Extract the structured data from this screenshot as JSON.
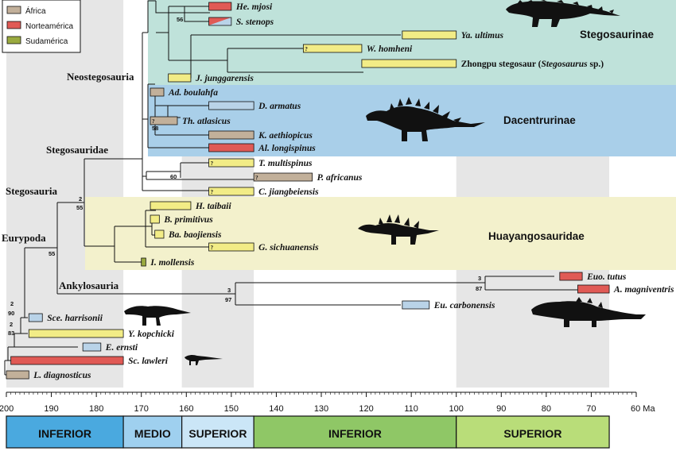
{
  "legend": [
    {
      "label": "África",
      "color": "#c2b09a"
    },
    {
      "label": "Norteamérica",
      "color": "#e05a55"
    },
    {
      "label": "Sudamérica",
      "color": "#9aaa3f"
    }
  ],
  "colors": {
    "laurasia_asia": "#f2ec86",
    "europe": "#b9d3e8",
    "stegosaurinae_band": "#bfe2da",
    "dacentrurinae_band": "#a9cfe9",
    "huayangosauridae_band": "#f3f1cc",
    "stripe": "#e6e6e6",
    "epoch_early_jurassic": "#4aa9df",
    "epoch_middle_jurassic": "#9fd0ef",
    "epoch_late_jurassic": "#cbe6f7",
    "epoch_early_cretaceous": "#8fc766",
    "epoch_late_cretaceous": "#b9dd79"
  },
  "band_labels": {
    "stegosaurinae": "Stegosaurinae",
    "dacentrurinae": "Dacentrurinae",
    "huayangosauridae": "Huayangosauridae"
  },
  "clades": {
    "neostegosauria": "Neostegosauria",
    "stegosauridae": "Stegosauridae",
    "stegosauria": "Stegosauria",
    "eurypoda": "Eurypoda",
    "ankylosauria": "Ankylosauria"
  },
  "taxa": [
    {
      "id": "he-mjosi",
      "name": "He. mjosi",
      "start": 155,
      "end": 150,
      "color": "norteamerica"
    },
    {
      "id": "s-stenops",
      "name": "S. stenops",
      "start": 155,
      "end": 150,
      "color": "split"
    },
    {
      "id": "ya-ultimus",
      "name": "Ya. ultimus",
      "start": 112,
      "end": 100,
      "color": "laurasia_asia"
    },
    {
      "id": "w-homheni",
      "name": "W. homheni",
      "start": 134,
      "end": 121,
      "color": "laurasia_asia",
      "mark": "?"
    },
    {
      "id": "zhongpu",
      "name_prefix": "Zhongpu stegosaur (",
      "name_italic": "Stegosaurus",
      "name_suffix": " sp.)",
      "start": 121,
      "end": 100,
      "color": "laurasia_asia"
    },
    {
      "id": "j-junggarensis",
      "name": "J. junggarensis",
      "start": 164,
      "end": 159,
      "color": "laurasia_asia"
    },
    {
      "id": "ad-boulahfa",
      "name": "Ad. boulahfa",
      "start": 168,
      "end": 165,
      "color": "africa"
    },
    {
      "id": "d-armatus",
      "name": "D. armatus",
      "start": 155,
      "end": 145,
      "color": "europe"
    },
    {
      "id": "th-atlasicus",
      "name": "Th. atlasicus",
      "start": 168,
      "end": 162,
      "color": "africa",
      "mark": "?"
    },
    {
      "id": "k-aethiopicus",
      "name": "K. aethiopicus",
      "start": 155,
      "end": 145,
      "color": "africa"
    },
    {
      "id": "al-longispinus",
      "name": "Al. longispinus",
      "start": 155,
      "end": 145,
      "color": "norteamerica"
    },
    {
      "id": "t-multispinus",
      "name": "T. multispinus",
      "start": 155,
      "end": 145,
      "color": "laurasia_asia",
      "mark": "?"
    },
    {
      "id": "p-africanus",
      "name": "P. africanus",
      "start": 145,
      "end": 132,
      "color": "africa",
      "mark": "?"
    },
    {
      "id": "c-jiangbeiensis",
      "name": "C. jiangbeiensis",
      "start": 155,
      "end": 145,
      "color": "laurasia_asia",
      "mark": "?"
    },
    {
      "id": "h-taibaii",
      "name": "H. taibaii",
      "start": 168,
      "end": 159,
      "color": "laurasia_asia"
    },
    {
      "id": "b-primitivus",
      "name": "B. primitivus",
      "start": 168,
      "end": 166,
      "color": "laurasia_asia"
    },
    {
      "id": "ba-baojiensis",
      "name": "Ba. baojiensis",
      "start": 167,
      "end": 165,
      "color": "laurasia_asia"
    },
    {
      "id": "g-sichuanensis",
      "name": "G. sichuanensis",
      "start": 155,
      "end": 145,
      "color": "laurasia_asia",
      "mark": "?"
    },
    {
      "id": "i-mollensis",
      "name": "I. mollensis",
      "start": 170,
      "end": 169,
      "color": "sudamerica"
    },
    {
      "id": "euo-tutus",
      "name": "Euo. tutus",
      "start": 77,
      "end": 72,
      "color": "norteamerica"
    },
    {
      "id": "a-magniventris",
      "name": "A. magniventris",
      "start": 73,
      "end": 66,
      "color": "norteamerica"
    },
    {
      "id": "eu-carbonensis",
      "name": "Eu. carbonensis",
      "start": 112,
      "end": 106,
      "color": "europe"
    },
    {
      "id": "sce-harrisonii",
      "name": "Sce. harrisonii",
      "start": 195,
      "end": 192,
      "color": "europe"
    },
    {
      "id": "y-kopchicki",
      "name": "Y. kopchicki",
      "start": 195,
      "end": 174,
      "color": "laurasia_asia"
    },
    {
      "id": "e-ernsti",
      "name": "E. ernsti",
      "start": 183,
      "end": 179,
      "color": "europe"
    },
    {
      "id": "sc-lawleri",
      "name": "Sc. lawleri",
      "start": 199,
      "end": 174,
      "color": "norteamerica"
    },
    {
      "id": "l-diagnosticus",
      "name": "L. diagnosticus",
      "start": 200,
      "end": 195,
      "color": "africa"
    }
  ],
  "support": [
    {
      "id": "s56",
      "text": "56"
    },
    {
      "id": "s58",
      "text": "58"
    },
    {
      "id": "s60",
      "text": "60"
    },
    {
      "id": "s2a",
      "text": "2"
    },
    {
      "id": "s55a",
      "text": "55"
    },
    {
      "id": "s55b",
      "text": "55"
    },
    {
      "id": "s3a",
      "text": "3"
    },
    {
      "id": "s97",
      "text": "97"
    },
    {
      "id": "s3b",
      "text": "3"
    },
    {
      "id": "s87",
      "text": "87"
    },
    {
      "id": "s2b",
      "text": "2"
    },
    {
      "id": "s90",
      "text": "90"
    },
    {
      "id": "s2c",
      "text": "2"
    },
    {
      "id": "s83",
      "text": "83"
    }
  ],
  "axis": {
    "min": 200,
    "max": 60,
    "ticks": [
      "200",
      "190",
      "180",
      "170",
      "160",
      "150",
      "140",
      "130",
      "120",
      "110",
      "100",
      "90",
      "80",
      "70",
      "60 Ma"
    ]
  },
  "epochs": [
    {
      "id": "early-jurassic",
      "label": "INFERIOR",
      "start": 200,
      "end": 174,
      "color_key": "epoch_early_jurassic"
    },
    {
      "id": "middle-jurassic",
      "label": "MEDIO",
      "start": 174,
      "end": 161,
      "color_key": "epoch_middle_jurassic"
    },
    {
      "id": "late-jurassic",
      "label": "SUPERIOR",
      "start": 161,
      "end": 145,
      "color_key": "epoch_late_jurassic"
    },
    {
      "id": "early-cretaceous",
      "label": "INFERIOR",
      "start": 145,
      "end": 100,
      "color_key": "epoch_early_cretaceous"
    },
    {
      "id": "late-cretaceous",
      "label": "SUPERIOR",
      "start": 100,
      "end": 66,
      "color_key": "epoch_late_cretaceous"
    }
  ],
  "stripes": [
    {
      "start": 200,
      "end": 174
    },
    {
      "start": 161,
      "end": 145
    },
    {
      "start": 100,
      "end": 66
    }
  ]
}
